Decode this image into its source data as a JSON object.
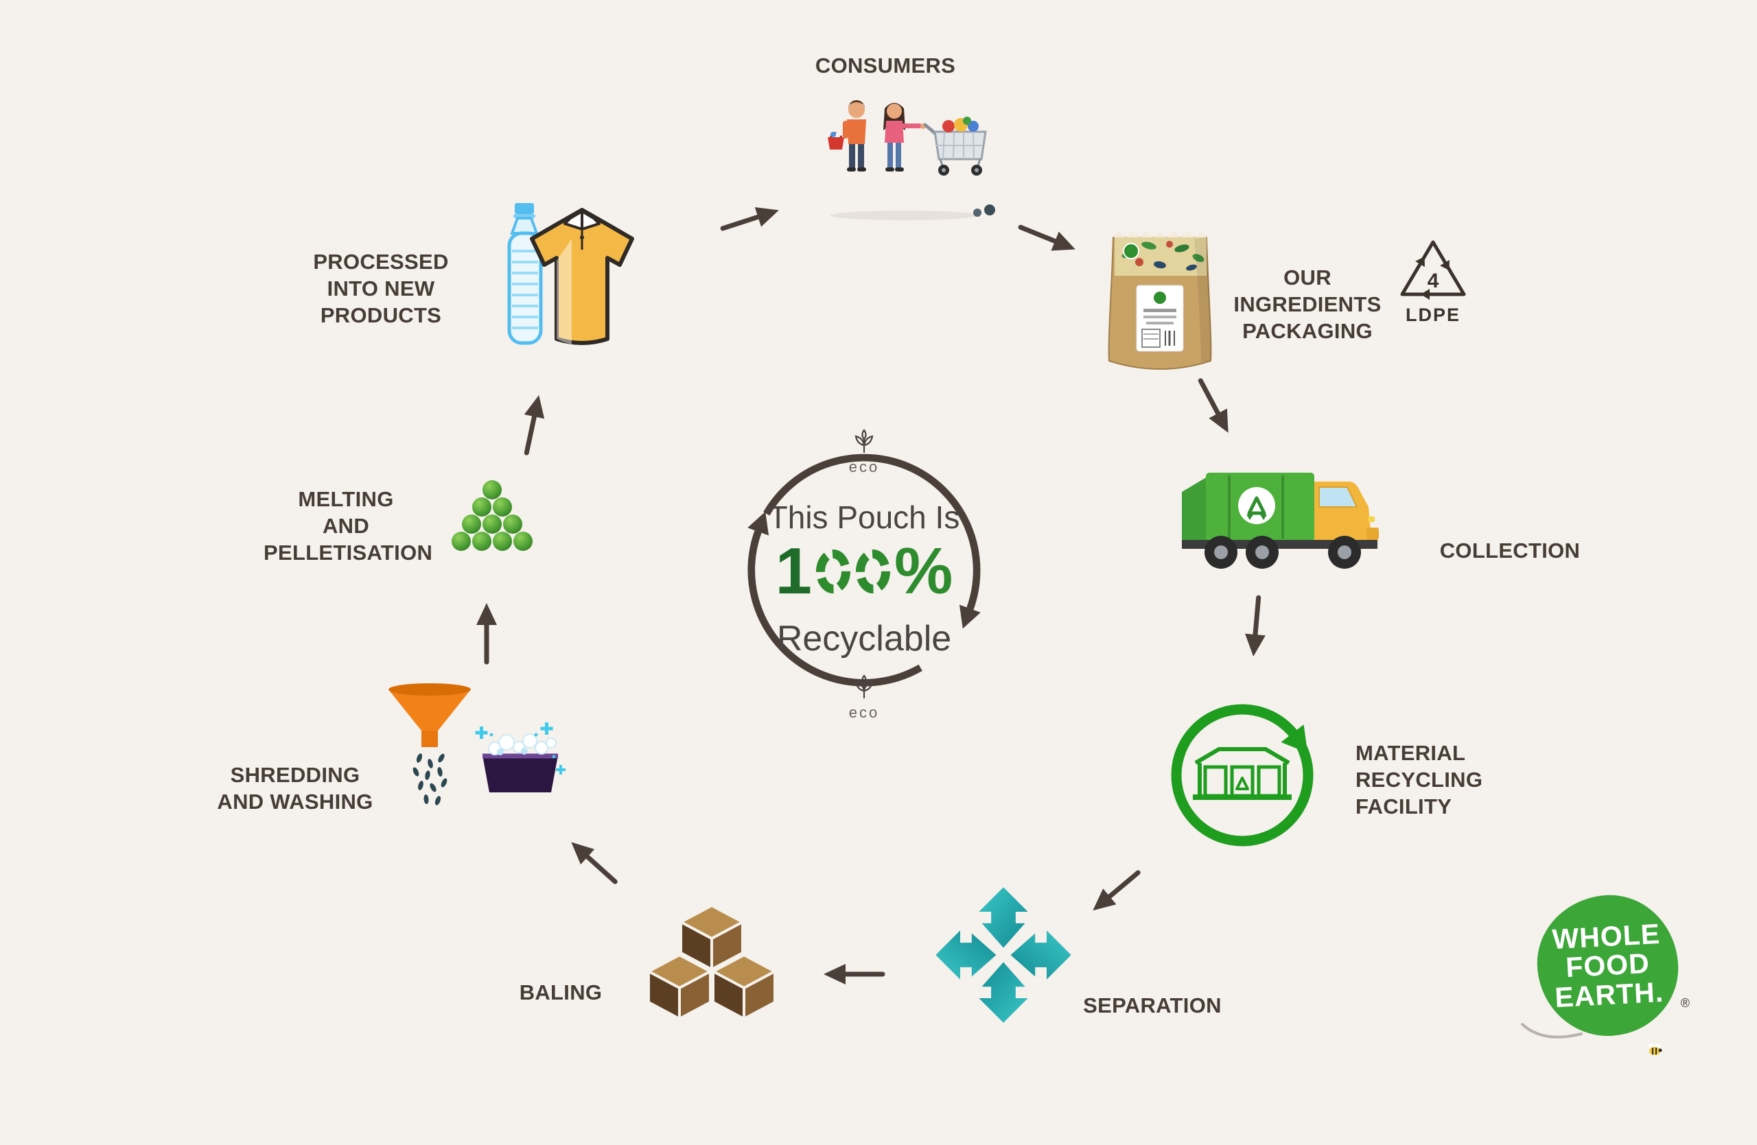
{
  "background": "#f5f1ec",
  "center": {
    "eco_top": "eco",
    "eco_bottom": "eco",
    "line1": "This Pouch Is",
    "percent": {
      "value": "100%",
      "digit": "1",
      "zeros": "00",
      "sign": "%"
    },
    "line2": "Recyclable"
  },
  "stages": [
    {
      "id": "consumers",
      "label": "CONSUMERS"
    },
    {
      "id": "packaging",
      "label": "OUR INGREDIENTS\nPACKAGING"
    },
    {
      "id": "collection",
      "label": "COLLECTION"
    },
    {
      "id": "mrf",
      "label": "MATERIAL\nRECYCLING\nFACILITY"
    },
    {
      "id": "separation",
      "label": "SEPARATION"
    },
    {
      "id": "baling",
      "label": "BALING"
    },
    {
      "id": "shredding",
      "label": "SHREDDING\nAND WASHING"
    },
    {
      "id": "melting",
      "label": "MELTING\nAND\nPELLETISATION"
    },
    {
      "id": "products",
      "label": "PROCESSED\nINTO NEW PRODUCTS"
    }
  ],
  "ldpe": {
    "number": "4",
    "code": "LDPE"
  },
  "logo": {
    "line1": "WHOLE",
    "line2": "FOOD",
    "line3": "EARTH.",
    "registered": "®"
  },
  "colors": {
    "accent_green": "#2f9e2f",
    "teal": "#1fb0b4",
    "brown": "#8a6134",
    "orange": "#f07f1a",
    "arrow": "#4a4039",
    "label": "#463d35",
    "logo_green": "#3da639",
    "background": "#f5f1ec"
  }
}
